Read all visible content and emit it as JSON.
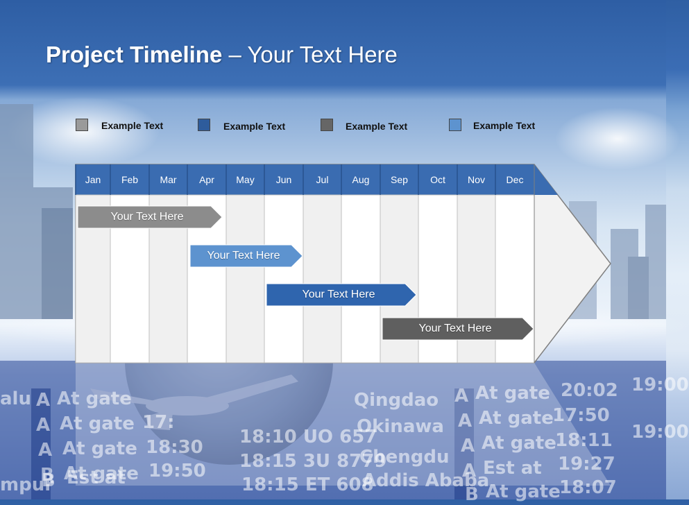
{
  "slide": {
    "title_bold": "Project Timeline",
    "title_rest": " – Your Text Here"
  },
  "legend": [
    {
      "label": "Example Text",
      "color": "#9a9a9a"
    },
    {
      "label": "Example Text",
      "color": "#2e5c9c"
    },
    {
      "label": "Example Text",
      "color": "#666666"
    },
    {
      "label": "Example Text",
      "color": "#5d93cf"
    }
  ],
  "months": [
    "Jan",
    "Feb",
    "Mar",
    "Apr",
    "May",
    "Jun",
    "Jul",
    "Aug",
    "Sep",
    "Oct",
    "Nov",
    "Dec"
  ],
  "bars": [
    {
      "label": "Your  Text Here",
      "color": "#8c8c8c",
      "start": "Jan",
      "end": "Apr"
    },
    {
      "label": "Your  Text Here",
      "color": "#5d93cf",
      "start": "Apr",
      "end": "Jun"
    },
    {
      "label": "Your  Text Here",
      "color": "#2f65ae",
      "start": "Jun",
      "end": "Sep"
    },
    {
      "label": "Your  Text Here",
      "color": "#5f5f5f",
      "start": "Sep",
      "end": "Dec"
    }
  ],
  "background_board": {
    "rows": [
      [
        "alu",
        "A",
        "At gate",
        "",
        "Qingdao",
        "A",
        "At gate",
        "20:02",
        "19:00"
      ],
      [
        "",
        "A",
        "At gate",
        "17:",
        "Okinawa",
        "A",
        "At gate",
        "17:50",
        ""
      ],
      [
        "",
        "A",
        "At gate",
        "18:30",
        "18:10 UO 657",
        "A",
        "At gate",
        "18:11",
        "19:00"
      ],
      [
        "",
        "B",
        "At gate",
        "19:50",
        "18:15 3U 8779",
        "Chengdu",
        "A",
        "Est at",
        "19:27"
      ],
      [
        "mpur",
        "B",
        "Est at",
        "",
        "18:15 ET 608",
        "Addis Ababa",
        "B",
        "At gate",
        "18:07"
      ]
    ]
  },
  "colors": {
    "header_blue": "#3a6cb1",
    "grid_fill_alt": "#f0f0f0",
    "grid_fill": "#ffffff"
  }
}
